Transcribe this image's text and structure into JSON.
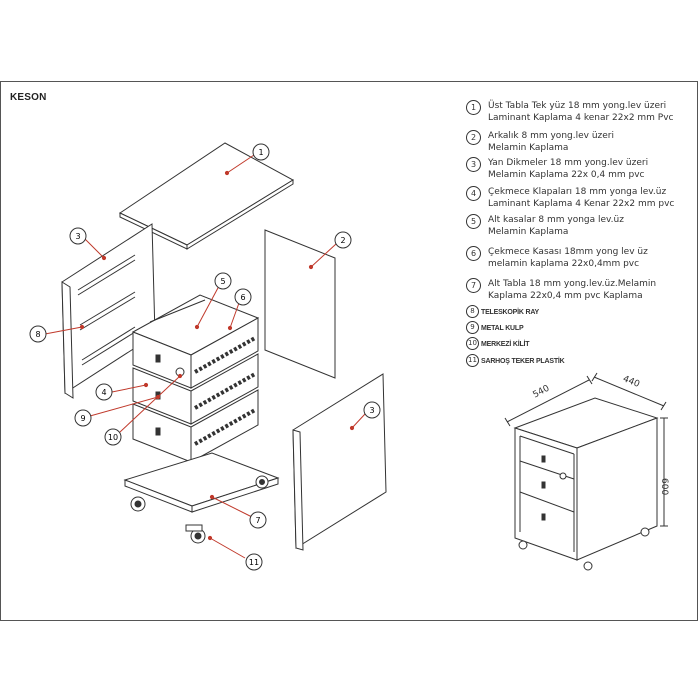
{
  "title": "KESON",
  "callouts": [
    "1",
    "2",
    "3",
    "3",
    "4",
    "5",
    "6",
    "7",
    "8",
    "9",
    "10",
    "11"
  ],
  "legend": [
    {
      "n": "1",
      "line1": "Üst Tabla Tek yüz 18 mm yong.lev üzeri",
      "line2": "Laminant Kaplama 4 kenar 22x2 mm Pvc"
    },
    {
      "n": "2",
      "line1": "Arkalık 8 mm yong.lev üzeri",
      "line2": "Melamin Kaplama"
    },
    {
      "n": "3",
      "line1": "Yan Dikmeler 18 mm yong.lev üzeri",
      "line2": "Melamin Kaplama 22x 0,4 mm pvc"
    },
    {
      "n": "4",
      "line1": "Çekmece Klapaları 18 mm yonga lev.üz",
      "line2": "Laminant Kaplama 4 Kenar 22x2 mm pvc"
    },
    {
      "n": "5",
      "line1": "Alt kasalar 8 mm yonga lev.üz",
      "line2": "Melamin Kaplama"
    },
    {
      "n": "6",
      "line1": "Çekmece Kasası 18mm yong lev üz",
      "line2": "melamin kaplama 22x0,4mm pvc"
    },
    {
      "n": "7",
      "line1": "Alt Tabla 18 mm yong.lev.üz.Melamin",
      "line2": "Kaplama 22x0,4 mm pvc Kaplama"
    },
    {
      "n": "8",
      "line1": "TELESKOPİK RAY",
      "line2": ""
    },
    {
      "n": "9",
      "line1": "METAL KULP",
      "line2": ""
    },
    {
      "n": "10",
      "line1": "MERKEZİ KİLİT",
      "line2": ""
    },
    {
      "n": "11",
      "line1": "SARHOŞ TEKER PLASTİK",
      "line2": ""
    }
  ],
  "dimensions": {
    "width": "540",
    "depth": "440",
    "height": "600"
  },
  "colors": {
    "line": "#333333",
    "callout": "#c0392b"
  }
}
